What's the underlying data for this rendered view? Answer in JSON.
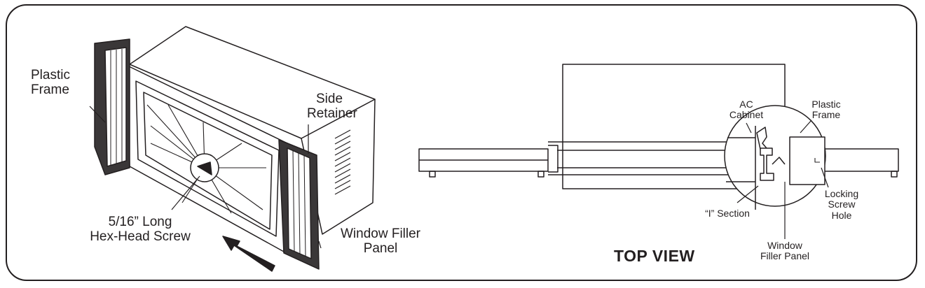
{
  "left_diagram": {
    "plastic_frame": [
      "Plastic",
      "Frame"
    ],
    "side_retainer": [
      "Side",
      "Retainer"
    ],
    "screw": [
      "5/16” Long",
      "Hex-Head Screw"
    ],
    "filler_panel": [
      "Window Filler",
      "Panel"
    ]
  },
  "top_view": {
    "title": "TOP VIEW",
    "ac_cabinet": [
      "AC",
      "Cabinet"
    ],
    "plastic_frame": [
      "Plastic",
      "Frame"
    ],
    "i_section": "“I” Section",
    "locking_screw_hole": [
      "Locking",
      "Screw",
      "Hole"
    ],
    "window_filler_panel": [
      "Window",
      "Filler Panel"
    ]
  }
}
